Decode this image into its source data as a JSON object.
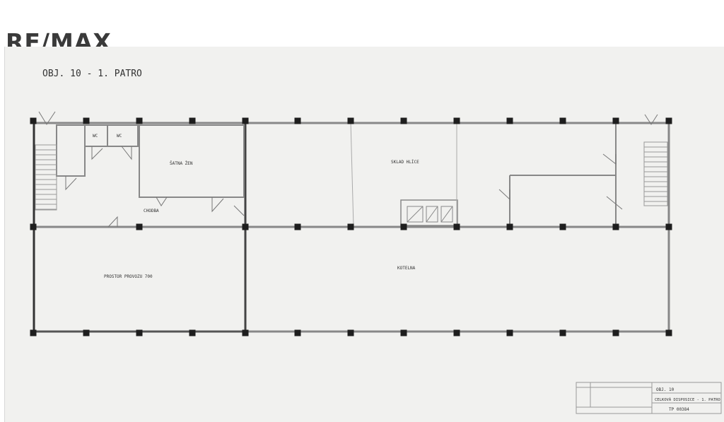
{
  "logo": "RE/MAX",
  "drawing_title": "OBJ. 10  - 1. PATRO",
  "rooms": {
    "wc1": "WC",
    "wc2": "WC",
    "satna": "ŠATNA ŽEN",
    "chodba": "CHODBA",
    "sklad": "SKLAD HLÍCE",
    "prostor": "PROSTOR PROVOZU 700",
    "kotelna": "KOTELNA"
  },
  "title_block": {
    "object": "OBJ. 10",
    "description": "CELKOVÁ DISPOSICE - 1. PATRO",
    "number": "TP 00384"
  }
}
